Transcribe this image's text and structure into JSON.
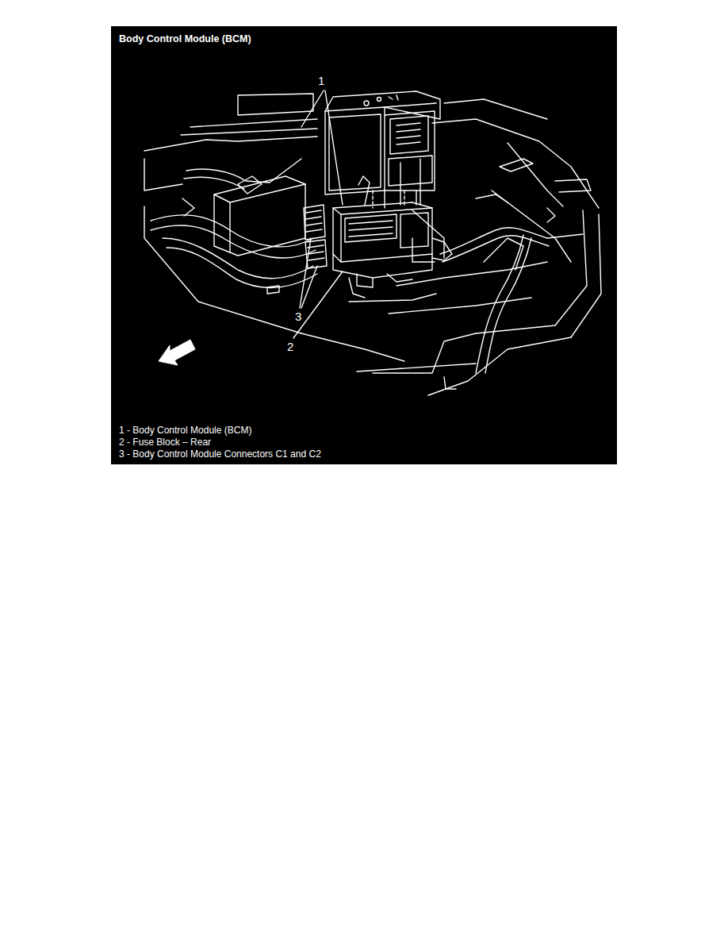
{
  "diagram": {
    "title": "Body Control Module (BCM)",
    "labels": [
      "1",
      "3",
      "2",
      "1 - Body Control Module (BCM)",
      "2 - Fuse Block – Rear",
      "3 - Body Control Module Connectors C1 and C2"
    ]
  }
}
